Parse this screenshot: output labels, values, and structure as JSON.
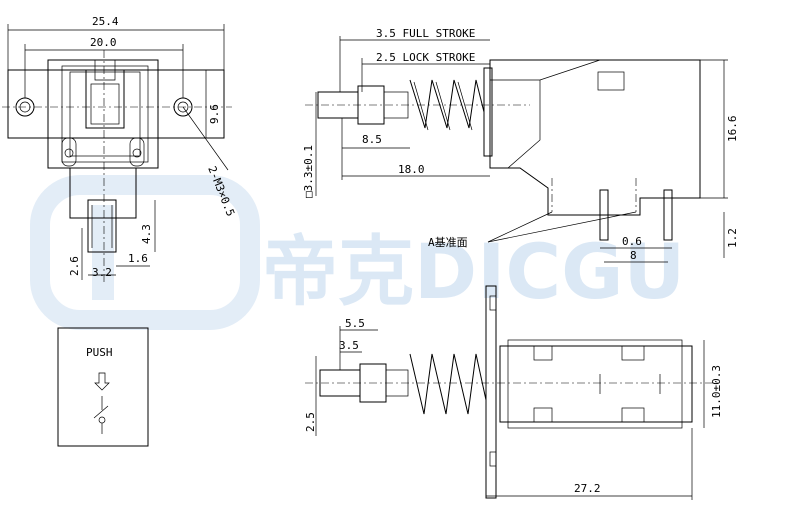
{
  "watermark": {
    "text": "帝克DICGU",
    "color": "#dbe8f5"
  },
  "front_view": {
    "dims": {
      "overall_width": "25.4",
      "hole_pitch": "20.0",
      "flange_height": "9.6",
      "hole_spec": "2-M3×0.5",
      "pin_length": "4.3",
      "pin_offset": "2.6",
      "pin_width": "3.2",
      "pin_gap": "1.6"
    }
  },
  "side_view": {
    "dims": {
      "full_stroke": "3.5 FULL STROKE",
      "lock_stroke": "2.5 LOCK STROKE",
      "shaft_square": "□3.3±0.1",
      "shaft_len": "8.5",
      "body_to_tip": "18.0",
      "height": "16.6",
      "pin_protrusion": "1.2",
      "pin_thickness": "0.6",
      "pin_spacing": "8"
    },
    "reference_label": "A基准面"
  },
  "top_view": {
    "dims": {
      "stroke_a": "5.5",
      "stroke_b": "3.5",
      "shaft_offset": "2.5",
      "body_width": "11.0±0.3",
      "total_length": "27.2"
    }
  },
  "symbol": {
    "label": "PUSH"
  }
}
